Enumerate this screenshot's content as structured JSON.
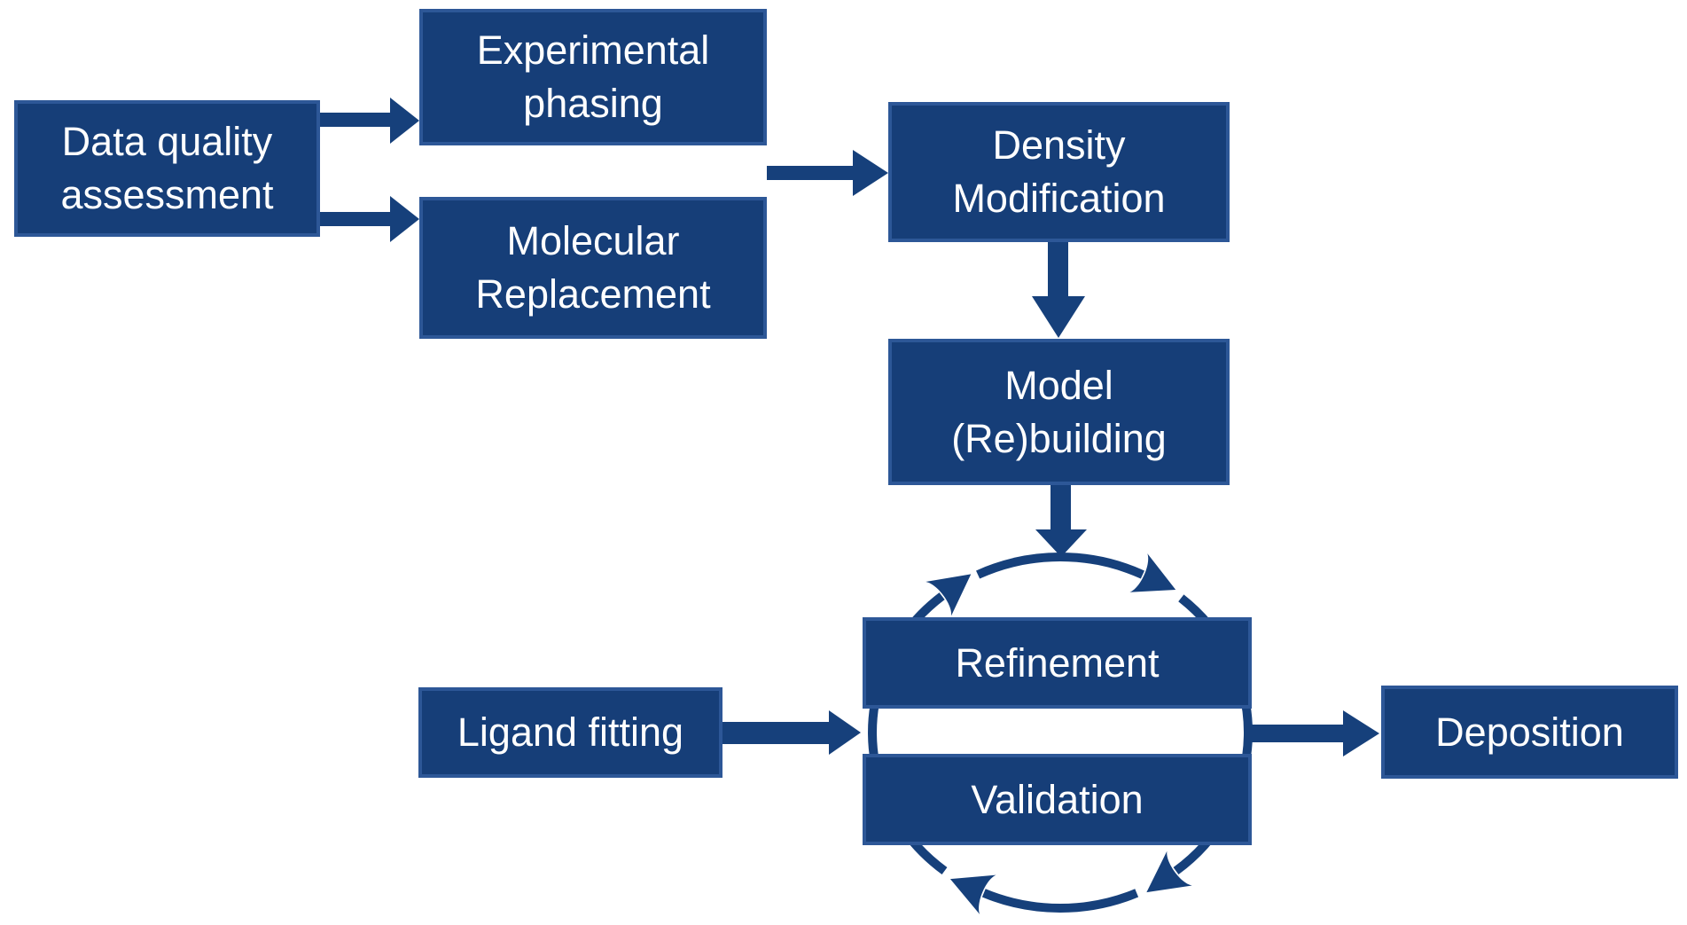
{
  "colors": {
    "box_fill": "#163E78",
    "box_border": "#2D5797",
    "arrow_fill": "#16407B",
    "text": "#FFFFFF",
    "background": "#FFFFFF"
  },
  "nodes": {
    "data_quality_assessment": {
      "lines": [
        "Data quality",
        "assessment"
      ]
    },
    "experimental_phasing": {
      "lines": [
        "Experimental",
        "phasing"
      ]
    },
    "molecular_replacement": {
      "lines": [
        "Molecular",
        "Replacement"
      ]
    },
    "density_modification": {
      "lines": [
        "Density",
        "Modification"
      ]
    },
    "model_rebuilding": {
      "lines": [
        "Model",
        "(Re)building"
      ]
    },
    "refinement": {
      "lines": [
        "Refinement"
      ]
    },
    "validation": {
      "lines": [
        "Validation"
      ]
    },
    "ligand_fitting": {
      "lines": [
        "Ligand fitting"
      ]
    },
    "deposition": {
      "lines": [
        "Deposition"
      ]
    }
  },
  "edges": [
    {
      "from": "data_quality_assessment",
      "to": "experimental_phasing"
    },
    {
      "from": "data_quality_assessment",
      "to": "molecular_replacement"
    },
    {
      "from": "experimental_phasing_and_molecular_replacement",
      "to": "density_modification"
    },
    {
      "from": "density_modification",
      "to": "model_rebuilding"
    },
    {
      "from": "model_rebuilding",
      "to": "refinement_validation_cycle"
    },
    {
      "from": "ligand_fitting",
      "to": "refinement_validation_cycle"
    },
    {
      "from": "refinement_validation_cycle",
      "to": "deposition"
    }
  ],
  "cycle": {
    "between": [
      "refinement",
      "validation"
    ],
    "direction": "clockwise",
    "arrowheads": 4
  }
}
